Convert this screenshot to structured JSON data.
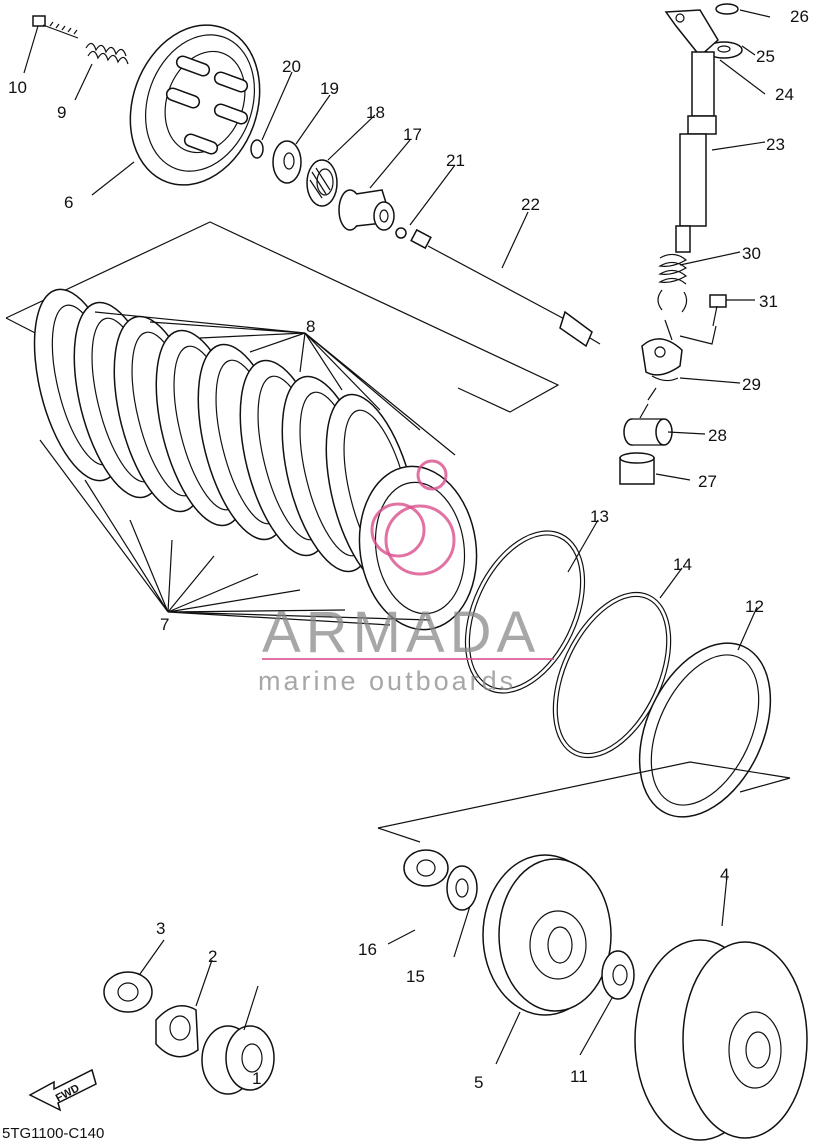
{
  "diagram": {
    "code": "5TG1100-C140",
    "fwd_label": "FWD",
    "watermark": {
      "brand": "ARMADA",
      "tagline": "marine outboards",
      "color": "#d94f8c"
    },
    "callouts": [
      "1",
      "2",
      "3",
      "4",
      "5",
      "6",
      "7",
      "8",
      "9",
      "10",
      "11",
      "12",
      "13",
      "14",
      "15",
      "16",
      "17",
      "18",
      "19",
      "20",
      "21",
      "22",
      "23",
      "24",
      "25",
      "26",
      "27",
      "28",
      "29",
      "30",
      "31"
    ]
  }
}
